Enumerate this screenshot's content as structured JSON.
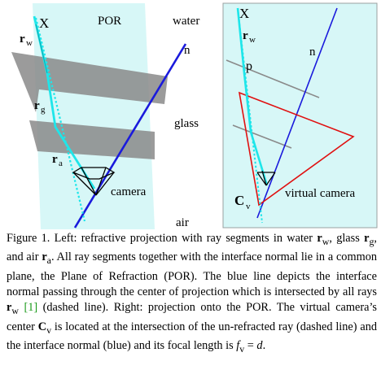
{
  "left_panel": {
    "label_X": "X",
    "label_POR": "POR",
    "label_water": "water",
    "label_n": "n",
    "label_rw": "r",
    "label_rw_sub": "w",
    "label_rg": "r",
    "label_rg_sub": "g",
    "label_ra": "r",
    "label_ra_sub": "a",
    "label_glass": "glass",
    "label_camera": "camera",
    "label_air": "air"
  },
  "right_panel": {
    "label_X": "X",
    "label_rw": "r",
    "label_rw_sub": "w",
    "label_n": "n",
    "label_p": "p",
    "label_cv": "C",
    "label_cv_sub": "v",
    "label_virtual_camera": "virtual camera"
  },
  "caption": {
    "p1": "Figure 1. Left: refractive projection with ray segments in water ",
    "p1_rw": "r",
    "p1_rw_sub": "w",
    "p2": ", glass ",
    "p2_rg": "r",
    "p2_rg_sub": "g",
    "p3": ", and air ",
    "p3_ra": "r",
    "p3_ra_sub": "a",
    "p4": ". All ray segments together with the interface normal lie in a common plane, the Plane of Refraction (POR). The blue line depicts the interface normal passing through the center of projection which is intersected by all rays ",
    "p4_rw": "r",
    "p4_rw_sub": "w",
    "p5": " ",
    "p5_cite": "[1]",
    "p6": " (dashed line). Right: projection onto the POR. The virtual camera’s center ",
    "p6_cv": "C",
    "p6_cv_sub": "v",
    "p7": " is located at the intersection of the un-refracted ray (dashed line) and the interface normal (blue) and its focal length is ",
    "p7_fv": "f",
    "p7_fv_sub": "v",
    "p8": " = ",
    "p8_d": "d",
    "p9": "."
  },
  "colors": {
    "por_plane": "#d7f7f7",
    "glass": "#8a8a8a",
    "ray": "#1ee6ea",
    "normal": "#1a1adc",
    "virtual_camera": "#e01010",
    "panel_border": "#9aa0a0",
    "citation": "#1a9a1a"
  }
}
